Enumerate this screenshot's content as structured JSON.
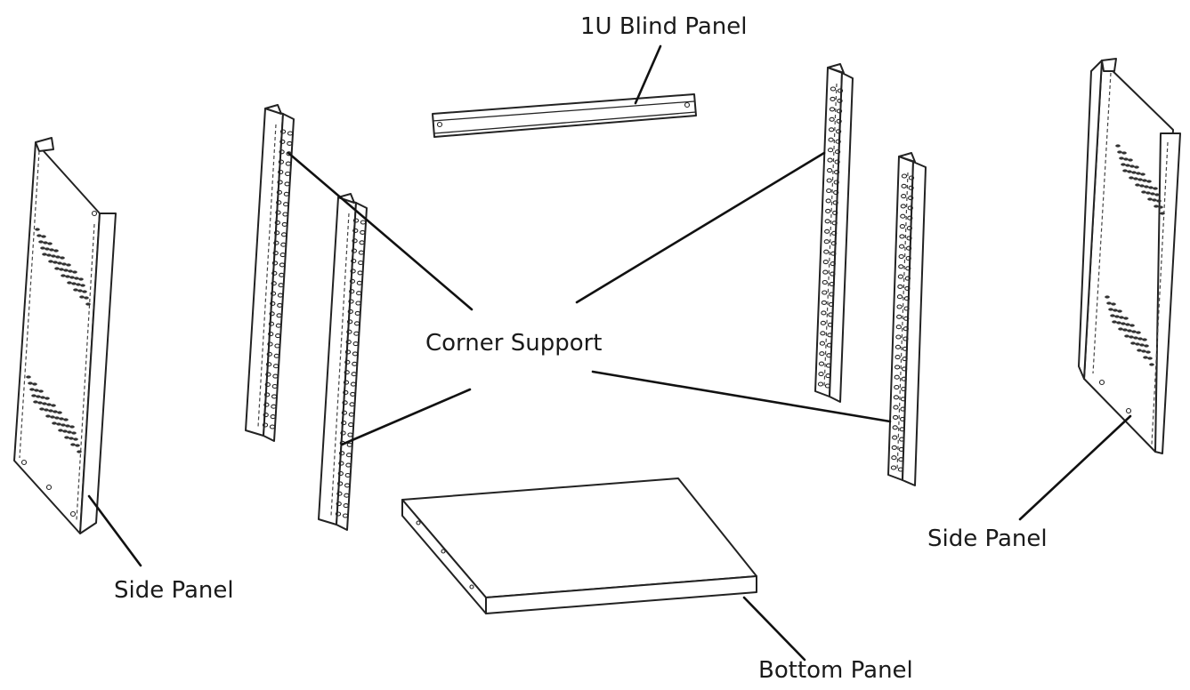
{
  "labels": {
    "blind_panel": "1U Blind Panel",
    "corner_support": "Corner Support",
    "side_panel_left": "Side Panel",
    "side_panel_right": "Side Panel",
    "bottom_panel": "Bottom Panel"
  }
}
